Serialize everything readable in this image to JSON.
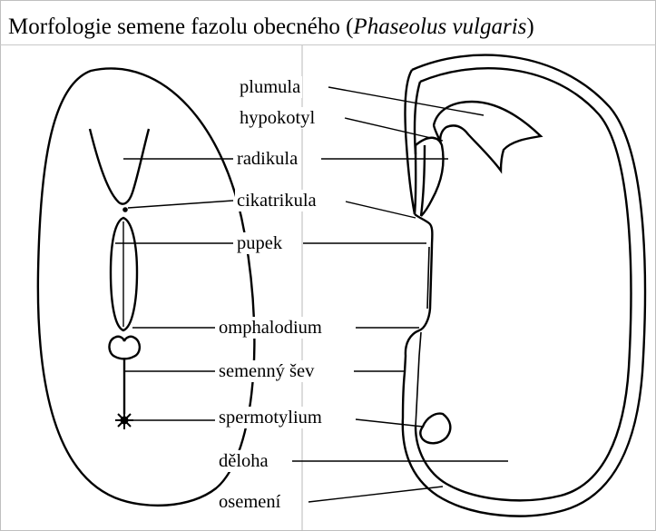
{
  "title": {
    "text_main": "Morfologie semene fazolu obecného (",
    "text_species": "Phaseolus vulgaris",
    "text_close": ")"
  },
  "labels": {
    "plumula": "plumula",
    "hypokotyl": "hypokotyl",
    "radikula": "radikula",
    "cikatrikula": "cikatrikula",
    "pupek": "pupek",
    "omphalodium": "omphalodium",
    "semenny_sev": "semenný šev",
    "spermotylium": "spermotylium",
    "deloha": "děloha",
    "osemeni": "osemení"
  },
  "colors": {
    "ink": "#000000",
    "frame": "#bfbfbf",
    "background": "#ffffff"
  }
}
